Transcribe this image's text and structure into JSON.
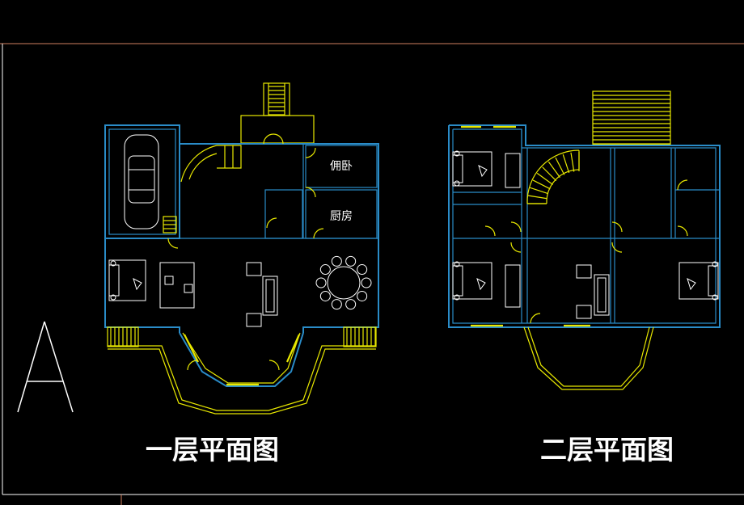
{
  "floor_plans": [
    {
      "title": "一层平面图",
      "rooms": [
        {
          "label": "佣卧"
        },
        {
          "label": "厨房"
        }
      ]
    },
    {
      "title": "二层平面图",
      "rooms": []
    }
  ],
  "sheet_mark": "A",
  "colors": {
    "background": "#000000",
    "wall": "#2a8cc8",
    "window_stair": "#e8e800",
    "furniture": "#ffffff",
    "border_accent": "#d08060"
  },
  "icons": [
    "car-icon",
    "bed-icon",
    "sofa-icon",
    "dining-table-icon",
    "spiral-stair-icon"
  ]
}
